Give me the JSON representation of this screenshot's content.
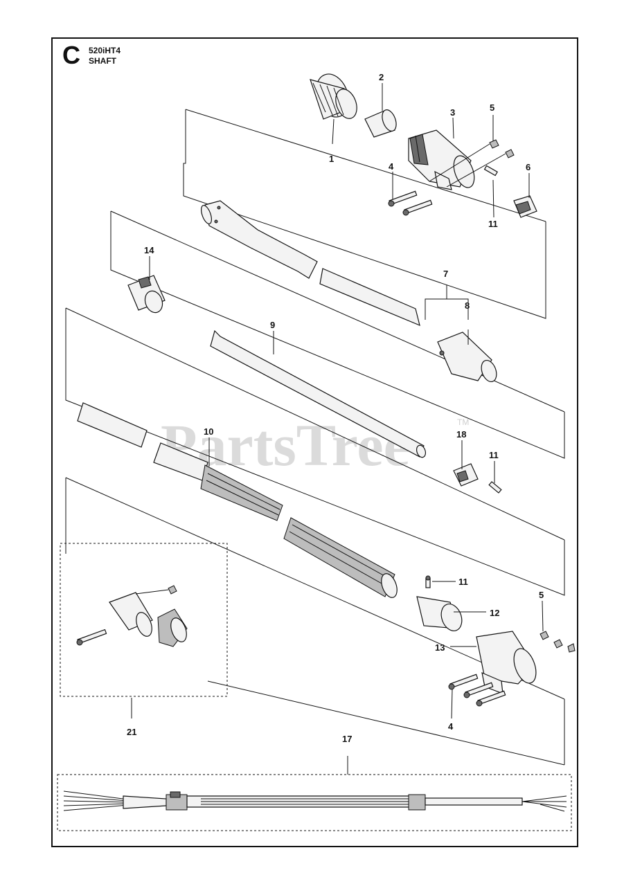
{
  "header": {
    "section_letter": "C",
    "model": "520iHT4",
    "group": "SHAFT"
  },
  "watermark": {
    "text": "PartsTree",
    "trademark": "TM"
  },
  "callouts": [
    {
      "id": "c1",
      "label": "1"
    },
    {
      "id": "c2",
      "label": "2"
    },
    {
      "id": "c3",
      "label": "3"
    },
    {
      "id": "c4a",
      "label": "4"
    },
    {
      "id": "c5a",
      "label": "5"
    },
    {
      "id": "c6",
      "label": "6"
    },
    {
      "id": "c11a",
      "label": "11"
    },
    {
      "id": "c14",
      "label": "14"
    },
    {
      "id": "c7",
      "label": "7"
    },
    {
      "id": "c8",
      "label": "8"
    },
    {
      "id": "c9",
      "label": "9"
    },
    {
      "id": "c10",
      "label": "10"
    },
    {
      "id": "c18",
      "label": "18"
    },
    {
      "id": "c11b",
      "label": "11"
    },
    {
      "id": "c11c",
      "label": "11"
    },
    {
      "id": "c12",
      "label": "12"
    },
    {
      "id": "c5b",
      "label": "5"
    },
    {
      "id": "c13",
      "label": "13"
    },
    {
      "id": "c4b",
      "label": "4"
    },
    {
      "id": "c21",
      "label": "21"
    },
    {
      "id": "c17",
      "label": "17"
    }
  ]
}
